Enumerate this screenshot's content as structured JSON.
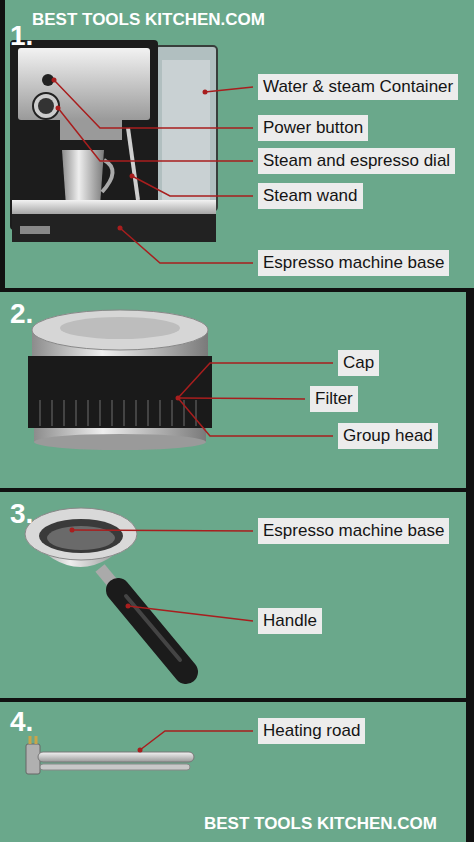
{
  "diagram": {
    "nodes": [
      {
        "text": [
          "Water & steam Container"
        ]
      },
      {
        "text": [
          "Power button"
        ]
      },
      {
        "text": [
          "Steam and espresso dial"
        ]
      },
      {
        "text": [
          "Steam wand"
        ]
      },
      {
        "text": [
          "Espresso machine base"
        ]
      },
      {
        "text": [
          "Cap"
        ]
      },
      {
        "text": [
          "Filter"
        ]
      },
      {
        "text": [
          "Group head"
        ]
      },
      {
        "text": [
          "Espresso machine base"
        ]
      },
      {
        "text": [
          "Handle"
        ]
      },
      {
        "text": [
          "Heating road"
        ]
      }
    ],
    "labels": [
      "BEST TOOLS KITCHEN.COM",
      "1.",
      "2.",
      "3.",
      "4.",
      "BEST TOOLS KITCHEN.COM"
    ]
  }
}
